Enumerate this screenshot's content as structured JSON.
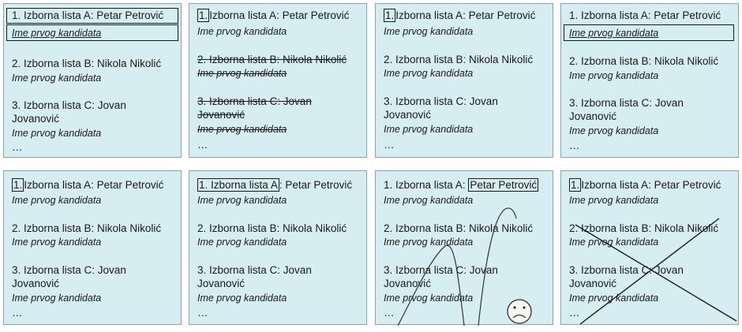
{
  "items": {
    "l1": "1. Izborna lista A: Petar Petrović",
    "n1": "1.",
    "list_a": "Izborna lista A",
    "list_a_rest": ": Petar Petrović",
    "list_a_prefix": "Izborna lista A: ",
    "name_a": "Petar Petrović",
    "l2": "2. Izborna lista B: Nikola Nikolić",
    "l3a": "3. Izborna lista C: Jovan",
    "l3b": "Jovanović",
    "cand": "Ime prvog kandidata",
    "more": "…"
  },
  "cards": [
    {
      "mark": "box around candidate line of list A"
    },
    {
      "mark": "number 1 boxed, lists B and C struck through"
    },
    {
      "mark": "number 1 boxed"
    },
    {
      "mark": "candidate line of list A boxed"
    },
    {
      "mark": "number 1 boxed"
    },
    {
      "mark": "number 1 and list name boxed"
    },
    {
      "mark": "name boxed, scribble and sad face"
    },
    {
      "mark": "number 1 boxed, large X across lists B and C"
    }
  ]
}
